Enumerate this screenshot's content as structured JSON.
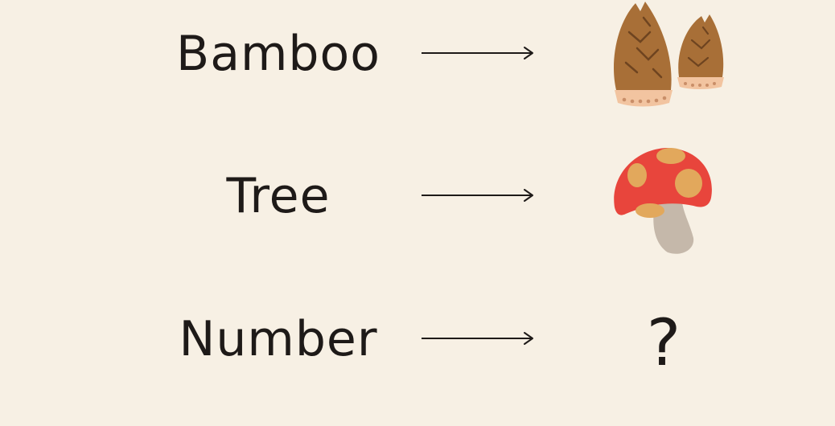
{
  "rows": [
    {
      "word": "Bamboo",
      "picture": "bamboo-shoot-icon"
    },
    {
      "word": "Tree",
      "picture": "mushroom-icon"
    },
    {
      "word": "Number",
      "answer": "?"
    }
  ],
  "colors": {
    "background": "#f7f0e4",
    "text": "#1e1a18",
    "shoot_brown": "#a86f37",
    "shoot_base": "#f2c4a0",
    "mushroom_cap": "#e8453c",
    "mushroom_spots": "#e2a85c",
    "mushroom_stem": "#c5b8aa"
  }
}
